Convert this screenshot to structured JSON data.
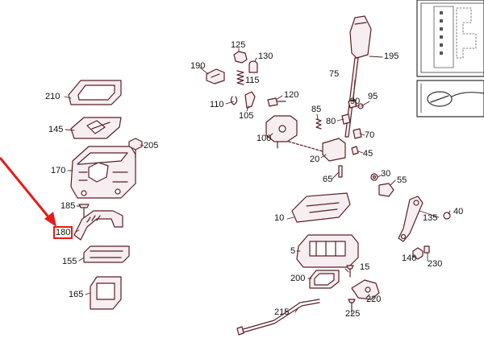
{
  "part_numbers": {
    "p210": "210",
    "p145": "145",
    "p170": "170",
    "p205": "205",
    "p185": "185",
    "p180": "180",
    "p155": "155",
    "p165": "165",
    "p125": "125",
    "p130": "130",
    "p190": "190",
    "p115": "115",
    "p110": "110",
    "p105": "105",
    "p120": "120",
    "p100": "100",
    "p85": "85",
    "p195": "195",
    "p75": "75",
    "p90": "90",
    "p95": "95",
    "p80": "80",
    "p70": "70",
    "p20": "20",
    "p45": "45",
    "p65": "65",
    "p30": "30",
    "p55": "55",
    "p10": "10",
    "p5": "5",
    "p15": "15",
    "p200": "200",
    "p135": "135",
    "p40": "40",
    "p140": "140",
    "p230": "230",
    "p220": "220",
    "p215": "215",
    "p225": "225"
  },
  "highlight": {
    "target": "180",
    "color": "#e51b1b"
  },
  "colors": {
    "line": "#5a1f24",
    "fill": "#f6eef0",
    "accent": "#e51b1b",
    "text": "#111111"
  }
}
